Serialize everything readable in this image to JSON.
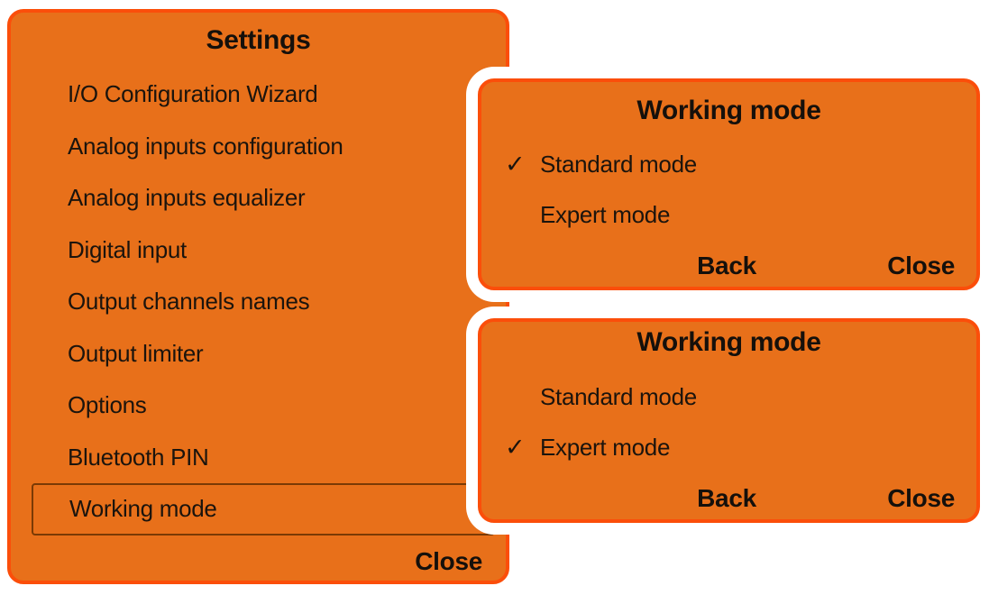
{
  "colors": {
    "panel_fill": "#E8701A",
    "panel_border": "#FB4E0A",
    "dialog_outer_ring": "#FFFFFF",
    "text": "#1B140D",
    "selected_item_border": "#7A3A05"
  },
  "checkmark_glyph": "✓",
  "settings_panel": {
    "title": "Settings",
    "items": [
      "I/O Configuration Wizard",
      "Analog inputs configuration",
      "Analog inputs equalizer",
      "Digital input",
      "Output channels names",
      "Output limiter",
      "Options",
      "Bluetooth PIN",
      "Working mode"
    ],
    "selected_item": "Working mode",
    "close_label": "Close"
  },
  "dialogs": [
    {
      "title": "Working mode",
      "options": [
        {
          "label": "Standard mode",
          "checked": true,
          "check": "✓"
        },
        {
          "label": "Expert mode",
          "checked": false,
          "check": ""
        }
      ],
      "back_label": "Back",
      "close_label": "Close"
    },
    {
      "title": "Working mode",
      "options": [
        {
          "label": "Standard mode",
          "checked": false,
          "check": ""
        },
        {
          "label": "Expert mode",
          "checked": true,
          "check": "✓"
        }
      ],
      "back_label": "Back",
      "close_label": "Close"
    }
  ]
}
